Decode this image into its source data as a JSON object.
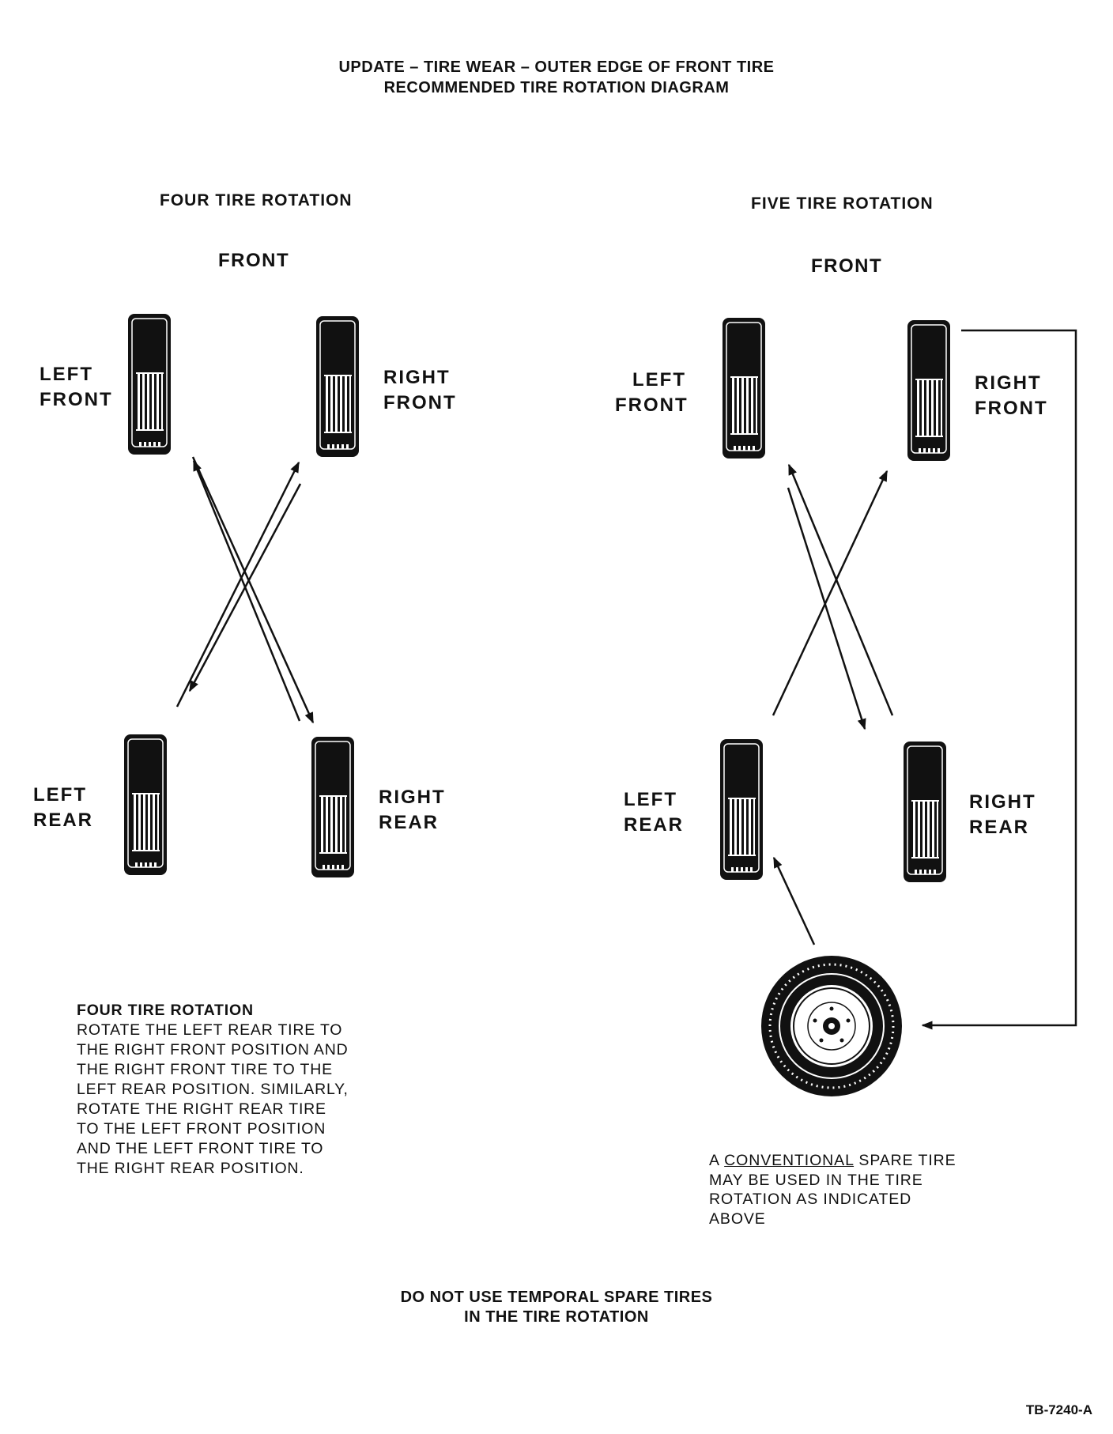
{
  "header": {
    "title_line1": "UPDATE – TIRE WEAR – OUTER EDGE OF FRONT TIRE",
    "title_line2": "RECOMMENDED TIRE ROTATION DIAGRAM"
  },
  "four_tire": {
    "section_title": "FOUR TIRE ROTATION",
    "front_label": "FRONT",
    "tires": {
      "left_front": "LEFT\nFRONT",
      "right_front": "RIGHT\nFRONT",
      "left_rear": "LEFT\nREAR",
      "right_rear": "RIGHT\nREAR"
    },
    "instructions_title": "FOUR TIRE ROTATION",
    "instructions_body": "ROTATE THE LEFT REAR TIRE TO\nTHE RIGHT FRONT POSITION AND\nTHE RIGHT FRONT TIRE TO THE\nLEFT REAR POSITION. SIMILARLY,\nROTATE THE RIGHT REAR TIRE\nTO THE LEFT FRONT POSITION\nAND THE LEFT FRONT TIRE TO\nTHE RIGHT REAR POSITION."
  },
  "five_tire": {
    "section_title": "FIVE TIRE ROTATION",
    "front_label": "FRONT",
    "tires": {
      "left_front": "LEFT\nFRONT",
      "right_front": "RIGHT\nFRONT",
      "left_rear": "LEFT\nREAR",
      "right_rear": "RIGHT\nREAR"
    },
    "spare_note": {
      "prefix": "A ",
      "underlined": "CONVENTIONAL",
      "rest_line1": " SPARE TIRE",
      "rest_lines": "MAY BE USED IN THE TIRE\nROTATION AS INDICATED\nABOVE"
    }
  },
  "footer": {
    "warning_line1": "DO NOT USE TEMPORAL SPARE TIRES",
    "warning_line2": "IN THE TIRE ROTATION",
    "document_code": "TB-7240-A"
  },
  "icons": [
    "tire-icon",
    "spare-wheel-icon",
    "arrow-icon"
  ],
  "colors": {
    "ink": "#111111",
    "paper": "#ffffff"
  }
}
